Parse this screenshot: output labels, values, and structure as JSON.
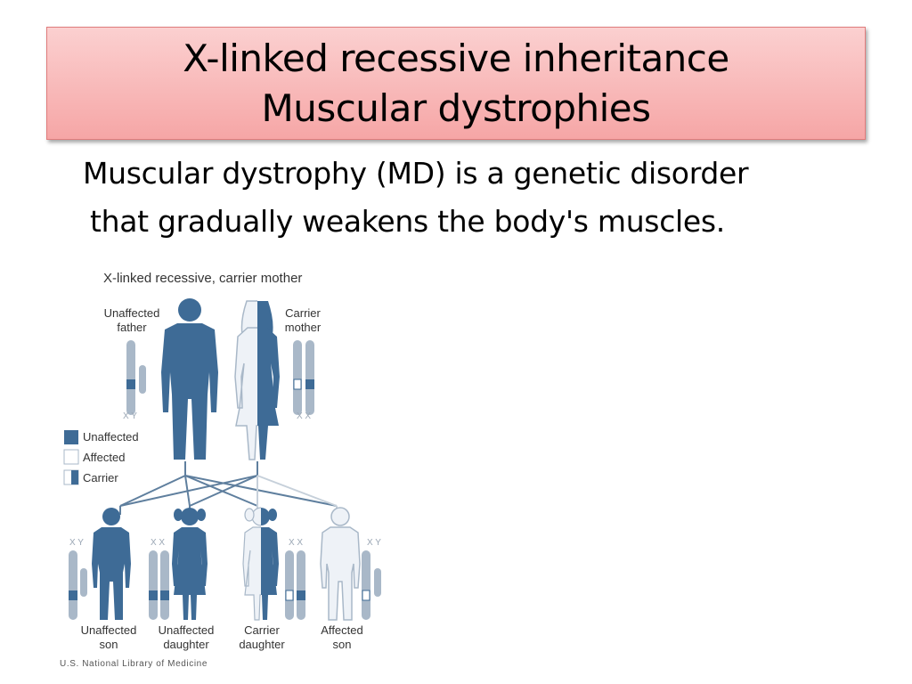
{
  "slide": {
    "title_line1": "X-linked recessive inheritance",
    "title_line2": "Muscular dystrophies",
    "body_line1": "Muscular dystrophy (MD) is a genetic disorder",
    "body_line2": "that gradually weakens the body's muscles."
  },
  "diagram": {
    "heading": "X-linked recessive, carrier mother",
    "father_label_1": "Unaffected",
    "father_label_2": "father",
    "mother_label_1": "Carrier",
    "mother_label_2": "mother",
    "father_chromosomes": "X Y",
    "mother_chromosomes": "X X",
    "legend": {
      "unaffected": "Unaffected",
      "affected": "Affected",
      "carrier": "Carrier"
    },
    "children": [
      {
        "label_1": "Unaffected",
        "label_2": "son",
        "chromosomes": "X Y"
      },
      {
        "label_1": "Unaffected",
        "label_2": "daughter",
        "chromosomes": "X X"
      },
      {
        "label_1": "Carrier",
        "label_2": "daughter",
        "chromosomes": "X X"
      },
      {
        "label_1": "Affected",
        "label_2": "son",
        "chromosomes": "X Y"
      }
    ],
    "credit": "U.S. National Library of Medicine",
    "colors": {
      "unaffected": "#3e6b96",
      "affected_fill": "#eef2f7",
      "outline": "#a9b8c8",
      "line": "#5f7f9e"
    }
  }
}
